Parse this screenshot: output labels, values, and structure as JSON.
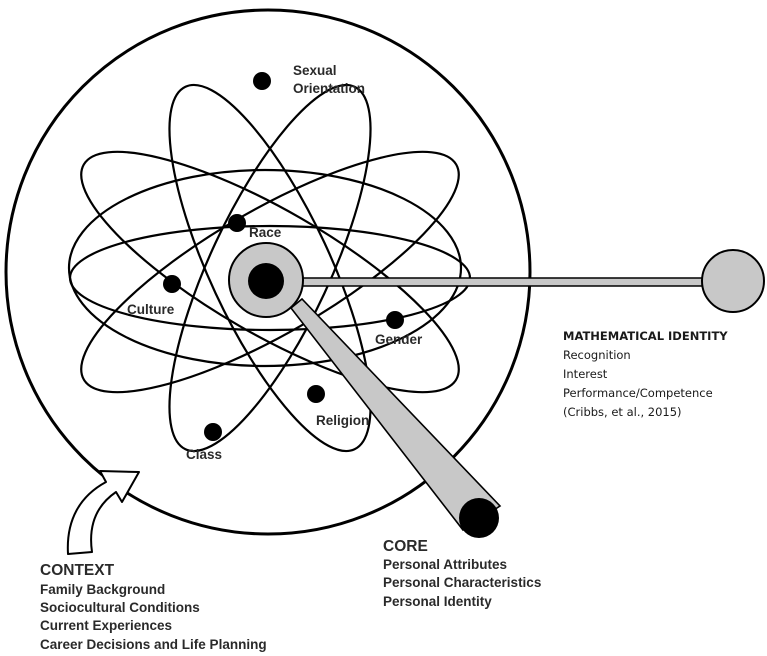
{
  "orbits": {
    "sexual_orientation_line1": "Sexual",
    "sexual_orientation_line2": "Orientation",
    "race": "Race",
    "culture": "Culture",
    "gender": "Gender",
    "religion": "Religion",
    "class": "Class"
  },
  "math_identity": {
    "title": "MATHEMATICAL IDENTITY",
    "items": [
      "Recognition",
      "Interest",
      "Performance/Competence",
      "(Cribbs, et al., 2015)"
    ]
  },
  "core": {
    "title": "CORE",
    "items": [
      "Personal Attributes",
      "Personal Characteristics",
      "Personal Identity"
    ]
  },
  "context": {
    "title": "CONTEXT",
    "items": [
      "Family Background",
      "Sociocultural Conditions",
      "Current Experiences",
      "Career Decisions and Life Planning"
    ]
  },
  "colors": {
    "stroke": "#000000",
    "gray_fill": "#c8c8c8",
    "text": "#2a2a2a"
  }
}
